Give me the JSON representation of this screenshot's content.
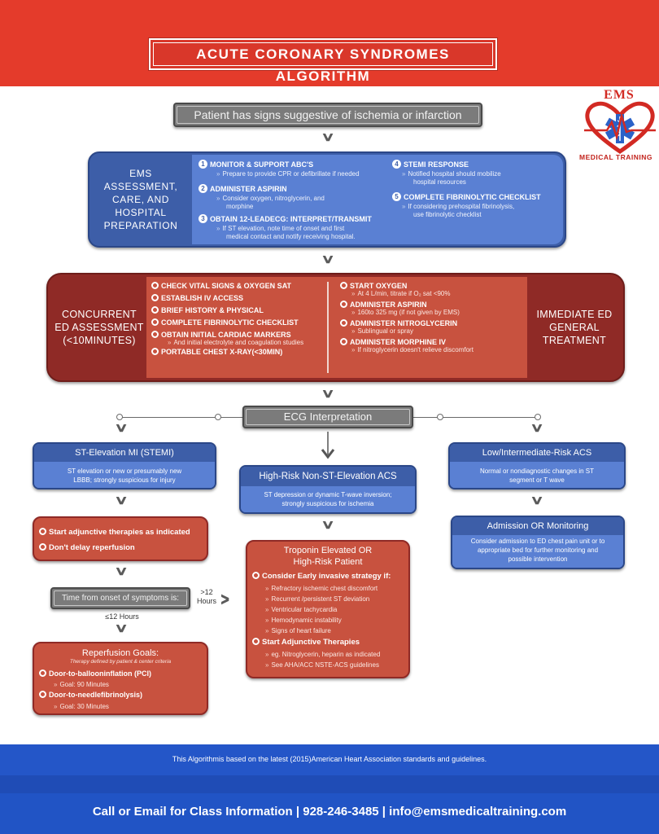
{
  "header": {
    "title": "ACUTE CORONARY SYNDROMES ALGORITHM"
  },
  "logo": {
    "top_text": "EMS",
    "bottom_text": "MEDICAL TRAINING"
  },
  "start_box": "Patient has signs suggestive of ischemia or infarction",
  "ems": {
    "label_lines": [
      "EMS",
      "ASSESSMENT,",
      "CARE, AND",
      "HOSPITAL",
      "PREPARATION"
    ],
    "items": [
      {
        "num": "1",
        "title": "MONITOR & SUPPORT ABC'S",
        "sub": [
          "Prepare to provide CPR or defibrillate if needed"
        ]
      },
      {
        "num": "2",
        "title": "ADMINISTER ASPIRIN",
        "sub": [
          "Consider oxygen, nitroglycerin, and",
          "morphine"
        ]
      },
      {
        "num": "3",
        "title": "OBTAIN 12-LEADECG: INTERPRET/TRANSMIT",
        "sub": [
          "If ST elevation, note time of onset and first",
          "medical contact and notify receiving hospital."
        ]
      },
      {
        "num": "4",
        "title": "STEMI RESPONSE",
        "sub": [
          "Notified hospital should mobilize",
          "hospital resources"
        ]
      },
      {
        "num": "5",
        "title": "COMPLETE FIBRINOLYTIC CHECKLIST",
        "sub": [
          "If considering prehospital fibrinolysis,",
          "use fibrinolytic checklist"
        ]
      }
    ]
  },
  "concurrent": {
    "label_lines": [
      "CONCURRENT",
      "ED ASSESSMENT",
      "(<10MINUTES)"
    ],
    "left_items": [
      {
        "title": "CHECK VITAL SIGNS & OXYGEN SAT"
      },
      {
        "title": "ESTABLISH IV ACCESS"
      },
      {
        "title": "BRIEF HISTORY & PHYSICAL"
      },
      {
        "title": "COMPLETE FIBRINOLYTIC CHECKLIST"
      },
      {
        "title": "OBTAIN INITIAL CARDIAC MARKERS",
        "sub": "And initial electrolyte and coagulation studies"
      },
      {
        "title": "PORTABLE CHEST X-RAY(<30MIN)"
      }
    ],
    "right_items": [
      {
        "title": "START OXYGEN",
        "sub": "At 4 L/min, titrate if O₂ sat <90%"
      },
      {
        "title": "ADMINISTER ASPIRIN",
        "sub": "160to 325 mg (if not given by EMS)"
      },
      {
        "title": "ADMINISTER NITROGLYCERIN",
        "sub": "Sublingual or spray"
      },
      {
        "title": "ADMINISTER MORPHINE IV",
        "sub": "If nitroglycerin doesn't relieve discomfort"
      }
    ],
    "right_label_lines": [
      "IMMEDIATE ED",
      "GENERAL",
      "TREATMENT"
    ]
  },
  "ecg": {
    "label": "ECG Interpretation"
  },
  "stemi": {
    "title": "ST-Elevation MI (STEMI)",
    "body": [
      "ST elevation or new or presumably new",
      "LBBB;  strongly suspicious for injury"
    ],
    "actions": [
      "Start adjunctive therapies as indicated",
      "Don't delay reperfusion"
    ],
    "time_box": "Time from onset of symptoms is:",
    "gt12": [
      ">12",
      "Hours"
    ],
    "le12": "≤12 Hours",
    "reperfusion": {
      "title": "Reperfusion Goals:",
      "subtitle": "Therapy defined by patient & center criteria",
      "items": [
        {
          "title": "Door-to-ballooninflation (PCI)",
          "sub": "Goal: 90 Minutes"
        },
        {
          "title": "Door-to-needlefibrinolysis)",
          "sub": "Goal: 30 Minutes"
        }
      ]
    }
  },
  "nste": {
    "title": "High-Risk Non-ST-Elevation ACS",
    "body": [
      "ST depression or dynamic T-wave inversion;",
      "strongly suspicious for ischemia"
    ],
    "troponin": {
      "title_lines": [
        "Troponin Elevated  OR",
        "High-Risk Patient"
      ],
      "invasive_title": "Consider Early invasive strategy if:",
      "invasive_items": [
        "Refractory ischemic chest discomfort",
        "Recurrent /persistent ST deviation",
        "Ventricular tachycardia",
        "Hemodynamic instability",
        "Signs of heart failure"
      ],
      "adjunct_title": "Start Adjunctive Therapies",
      "adjunct_items": [
        "eg. Nitroglycerin, heparin as indicated",
        "See AHA/ACC NSTE-ACS guidelines"
      ]
    }
  },
  "low": {
    "title": "Low/Intermediate-Risk ACS",
    "body": [
      "Normal or nondiagnostic changes in ST",
      "segment or T wave"
    ],
    "admission_title": "Admission OR Monitoring",
    "admission_body": [
      "Consider admission to ED chest pain unit or to",
      "appropriate bed for further monitoring and",
      "possible intervention"
    ]
  },
  "footer": {
    "note": "This Algorithmis based on the latest (2015)American Heart Association standards and guidelines.",
    "contact": "Call or Email for Class Information |  928-246-3485  | info@emsmedicaltraining.com"
  },
  "colors": {
    "banner_red": "#e43b2b",
    "dark_blue": "#3d5ea8",
    "light_blue": "#5a80d3",
    "dark_red": "#8f2a26",
    "salmon": "#c8523f",
    "footer_blue": "#2456c8"
  }
}
